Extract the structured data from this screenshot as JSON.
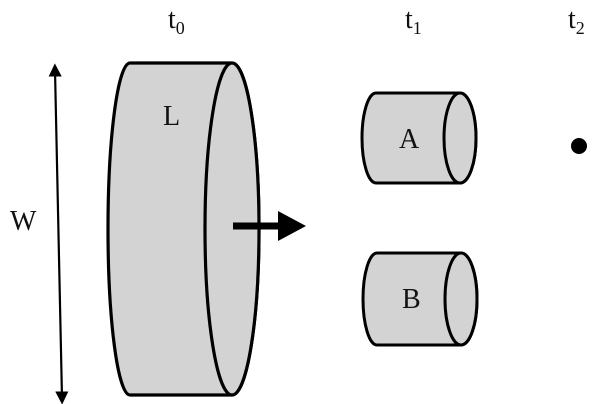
{
  "labels": {
    "t0": {
      "base": "t",
      "sub": "0"
    },
    "t1": {
      "base": "t",
      "sub": "1"
    },
    "t2": {
      "base": "t",
      "sub": "2"
    },
    "width": "W",
    "large_disk": "L",
    "cyl_a": "A",
    "cyl_b": "B"
  },
  "colors": {
    "fill": "#d3d3d3",
    "stroke": "#000000",
    "background": "#ffffff"
  }
}
